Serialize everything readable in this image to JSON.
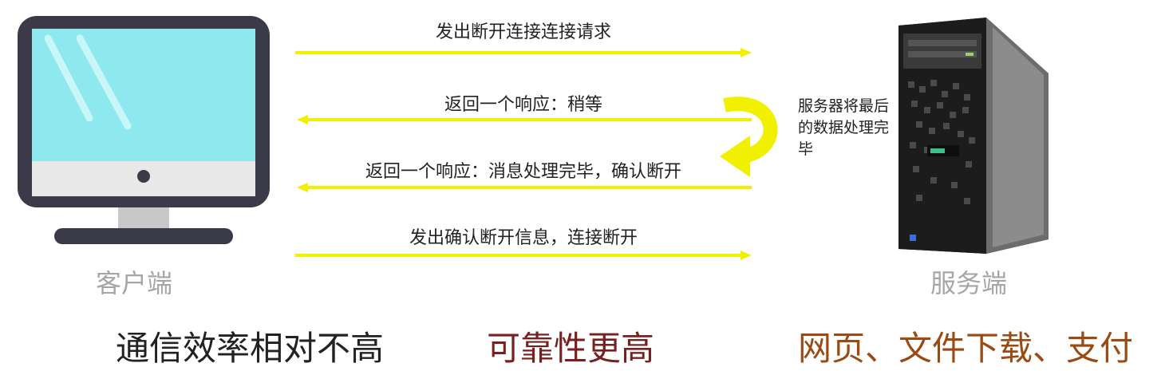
{
  "client": {
    "label": "客户端"
  },
  "server": {
    "label": "服务端",
    "note": "服务器将最后的数据处理完毕"
  },
  "messages": [
    {
      "text": "发出断开连接连接请求"
    },
    {
      "text": "返回一个响应：稍等"
    },
    {
      "text": "返回一个响应：消息处理完毕，确认断开"
    },
    {
      "text": "发出确认断开信息，连接断开"
    }
  ],
  "footer": {
    "efficiency": "通信效率相对不高",
    "reliability": "可靠性更高",
    "use_cases": "网页、文件下载、支付"
  },
  "colors": {
    "arrow": "#f0f000",
    "monitor_bezel": "#3b3a48",
    "monitor_screen": "#8de9ee",
    "monitor_chin": "#e8e8e8",
    "reliability_text": "#7a1f1f",
    "use_cases_text": "#9a4a12",
    "efficiency_text": "#222222"
  }
}
